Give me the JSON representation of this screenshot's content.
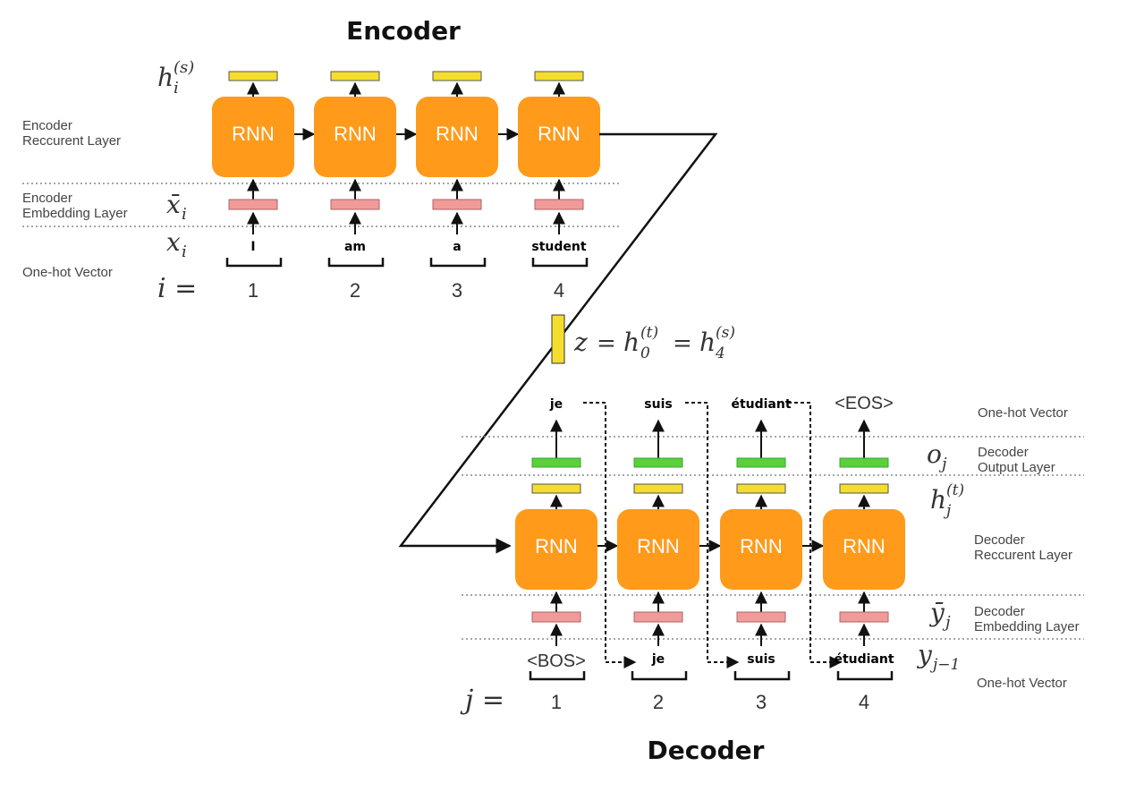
{
  "encoder": {
    "title": "Encoder",
    "layers": {
      "recurrent": [
        "Encoder",
        "Reccurent Layer"
      ],
      "embedding": [
        "Encoder",
        "Embedding Layer"
      ],
      "onehot": [
        "One-hot Vector"
      ]
    },
    "symbols": {
      "hidden_base": "h",
      "hidden_sub": "i",
      "hidden_sup": "(s)",
      "embed": "x̄",
      "embed_sub": "i",
      "input": "x",
      "input_sub": "i",
      "index": "i ="
    },
    "cell_label": "RNN",
    "words": [
      "I",
      "am",
      "a",
      "student"
    ],
    "indices": [
      "1",
      "2",
      "3",
      "4"
    ]
  },
  "context": {
    "z": "z",
    "eq1": "=",
    "h0_base": "h",
    "h0_sub": "0",
    "h0_sup": "(t)",
    "eq2": "=",
    "h4_base": "h",
    "h4_sub": "4",
    "h4_sup": "(s)"
  },
  "decoder": {
    "title": "Decoder",
    "layers": {
      "onehot_top": [
        "One-hot Vector"
      ],
      "output": [
        "Decoder",
        "Output Layer"
      ],
      "recurrent": [
        "Decoder",
        "Reccurent Layer"
      ],
      "embedding": [
        "Decoder",
        "Embedding Layer"
      ],
      "onehot_bottom": [
        "One-hot Vector"
      ]
    },
    "symbols": {
      "output": "o",
      "output_sub": "j",
      "hidden_base": "h",
      "hidden_sub": "j",
      "hidden_sup": "(t)",
      "embed": "ȳ",
      "embed_sub": "j",
      "input": "y",
      "input_sub": "j−1",
      "index": "j ="
    },
    "cell_label": "RNN",
    "outputs": [
      "je",
      "suis",
      "étudiant",
      "<EOS>"
    ],
    "inputs": [
      "<BOS>",
      "je",
      "suis",
      "étudiant"
    ],
    "indices": [
      "1",
      "2",
      "3",
      "4"
    ]
  },
  "colors": {
    "rnn": "#ff9a1a",
    "hidden": "#f5dd2d",
    "embedding": "#f19a9a",
    "output": "#5ccf3a",
    "line": "#111111",
    "divider": "#888888"
  }
}
